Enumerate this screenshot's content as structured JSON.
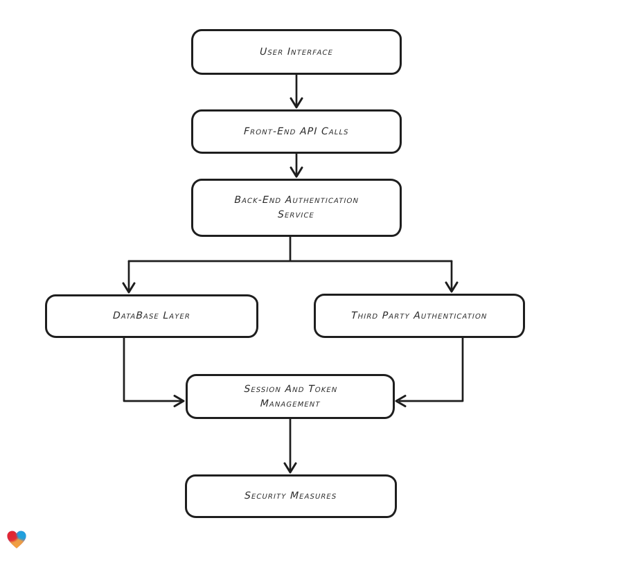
{
  "diagram": {
    "background": "#ffffff",
    "stroke_color": "#1d1d1d",
    "node_fill": "#ffffff",
    "nodes": [
      {
        "id": "user-interface",
        "label": "User Interface"
      },
      {
        "id": "front-end-api-calls",
        "label": "Front-End API Calls"
      },
      {
        "id": "back-end-authentication-service",
        "label": "Back-End Authentication\nService"
      },
      {
        "id": "database-layer",
        "label": "DataBase Layer"
      },
      {
        "id": "third-party-authentication",
        "label": "Third Party Authentication"
      },
      {
        "id": "session-and-token-management",
        "label": "Session And Token\nManagement"
      },
      {
        "id": "security-measures",
        "label": "Security Measures"
      }
    ],
    "edges": [
      {
        "from": "user-interface",
        "to": "front-end-api-calls"
      },
      {
        "from": "front-end-api-calls",
        "to": "back-end-authentication-service"
      },
      {
        "from": "back-end-authentication-service",
        "to": "database-layer"
      },
      {
        "from": "back-end-authentication-service",
        "to": "third-party-authentication"
      },
      {
        "from": "database-layer",
        "to": "session-and-token-management"
      },
      {
        "from": "third-party-authentication",
        "to": "session-and-token-management"
      },
      {
        "from": "session-and-token-management",
        "to": "security-measures"
      }
    ]
  },
  "branding": {
    "logo": "whimsical-heart-logo",
    "logo_colors": {
      "red": "#e5242c",
      "blue": "#1fa0e0",
      "green": "#3fb96e",
      "orange": "#f5a13c",
      "purple": "#8a5fd0"
    }
  }
}
